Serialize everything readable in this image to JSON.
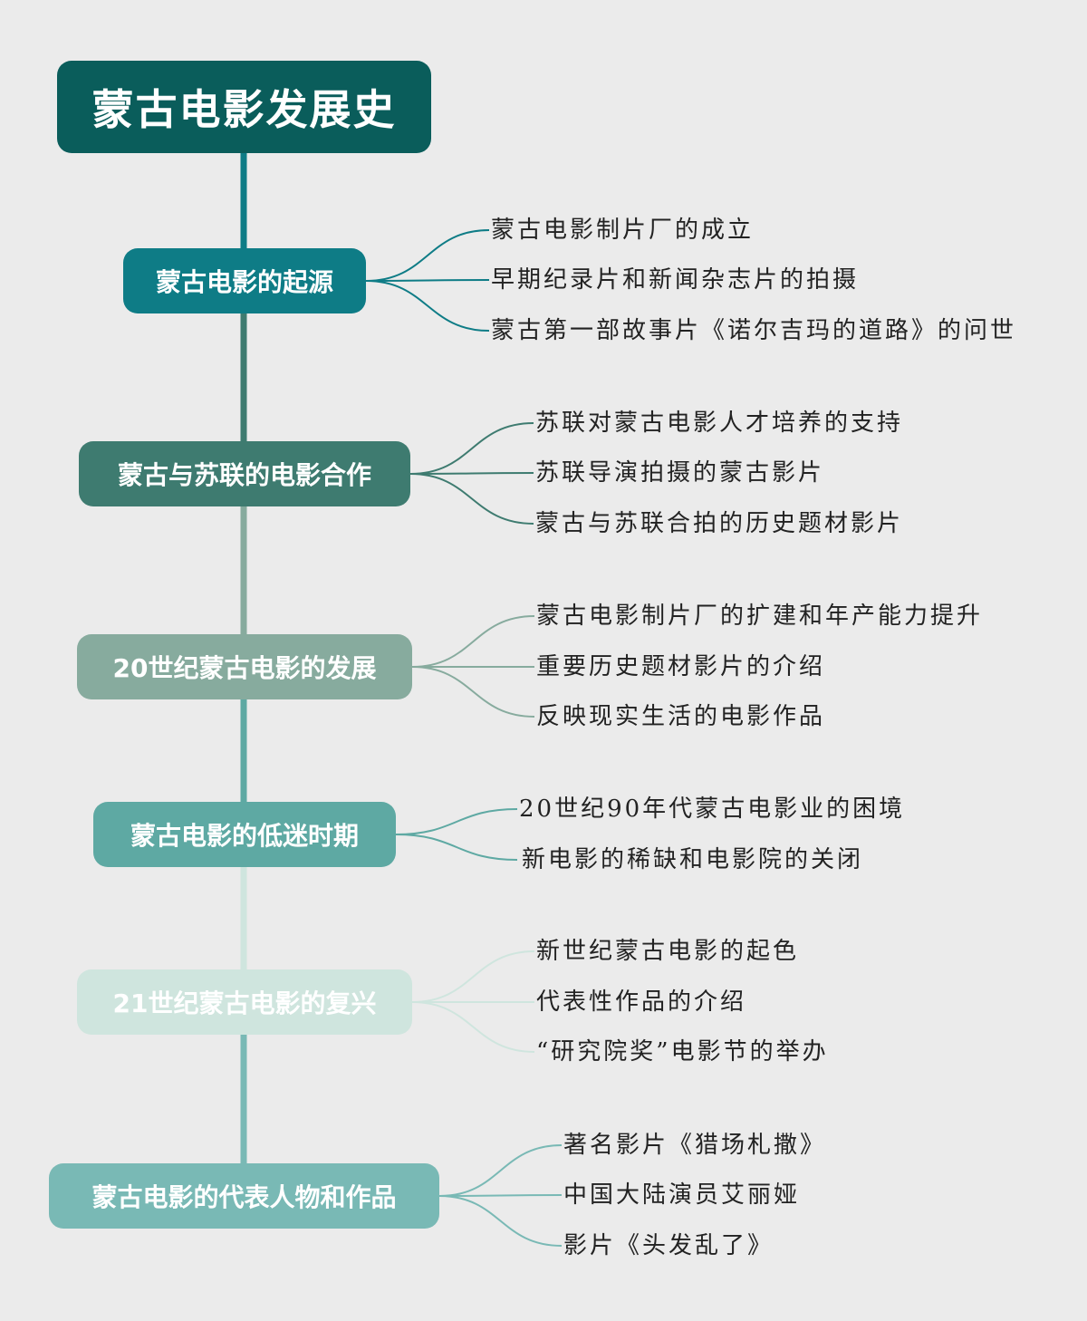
{
  "title": "蒙古电影发展史",
  "colors": {
    "background": "#ebebeb",
    "root": "#0a5d5b",
    "branch_1": "#0e7c86",
    "branch_2": "#3e7b70",
    "branch_3": "#87ab9e",
    "branch_4": "#5ea9a3",
    "branch_5": "#cfe5de",
    "branch_6": "#79b9b5"
  },
  "branches": [
    {
      "label": "蒙古电影的起源",
      "items": [
        "蒙古电影制片厂的成立",
        "早期纪录片和新闻杂志片的拍摄",
        "蒙古第一部故事片《诺尔吉玛的道路》的问世"
      ]
    },
    {
      "label": "蒙古与苏联的电影合作",
      "items": [
        "苏联对蒙古电影人才培养的支持",
        "苏联导演拍摄的蒙古影片",
        "蒙古与苏联合拍的历史题材影片"
      ]
    },
    {
      "label": "20世纪蒙古电影的发展",
      "items": [
        "蒙古电影制片厂的扩建和年产能力提升",
        "重要历史题材影片的介绍",
        "反映现实生活的电影作品"
      ]
    },
    {
      "label": "蒙古电影的低迷时期",
      "items": [
        "20世纪90年代蒙古电影业的困境",
        "新电影的稀缺和电影院的关闭"
      ]
    },
    {
      "label": "21世纪蒙古电影的复兴",
      "items": [
        "新世纪蒙古电影的起色",
        "代表性作品的介绍",
        "“研究院奖”电影节的举办"
      ]
    },
    {
      "label": "蒙古电影的代表人物和作品",
      "items": [
        "著名影片《猎场札撒》",
        "中国大陆演员艾丽娅",
        "影片《头发乱了》"
      ]
    }
  ]
}
